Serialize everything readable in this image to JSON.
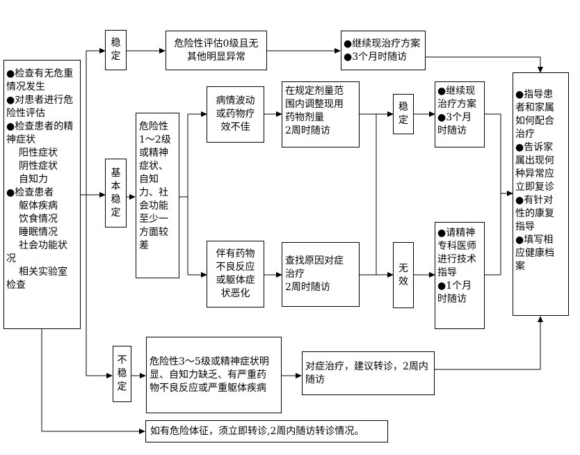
{
  "left_box": [
    "●检查有无危重",
    "情况发生",
    "●对患者进行危",
    "险性评估",
    "●检查患者的精",
    "神症状",
    "阳性症状",
    "阴性症状",
    "自知力",
    "●检查患者",
    "躯体疾病",
    "饮食情况",
    "睡眠情况",
    "社会功能状",
    "况",
    "相关实验室",
    "检查"
  ],
  "stable_label": [
    "稳",
    "定"
  ],
  "top_assessment": [
    "危险性评估0级且无",
    "其他明显异常"
  ],
  "top_followup": [
    "●继续现治疗方案",
    "●3个月时随访"
  ],
  "basic_stable_label": [
    "基",
    "本",
    "稳",
    "定"
  ],
  "mid_risk": [
    "危险性",
    "1～2级",
    "或精神",
    "症状、",
    "自知",
    "力、社",
    "会功能",
    "至少一",
    "方面较",
    "差"
  ],
  "mid_upper_cond": [
    "病情波动",
    "或药物疗",
    "效不佳"
  ],
  "mid_upper_action": [
    "在规定剂量范",
    "围内调整现用",
    "药物剂量",
    "2周时随访"
  ],
  "mid_stable_label": [
    "稳",
    "定"
  ],
  "mid_continue": [
    "●继续现",
    "治疗方案",
    "●3个月",
    "时随访"
  ],
  "mid_lower_cond": [
    "伴有药物",
    "不良反应",
    "或躯体症",
    "状恶化"
  ],
  "mid_lower_action": [
    "查找原因对症",
    "治疗",
    "2周时随访"
  ],
  "invalid_label": [
    "无",
    "效"
  ],
  "mid_refer": [
    "●请精神",
    "专科医师",
    "进行技术",
    "指导",
    "●1个月",
    "时随访"
  ],
  "right_box": [
    "●指导患",
    "者和家属",
    "如何配合",
    "治疗",
    "●告诉家",
    "属出现何",
    "种异常应",
    "立即复诊",
    "●有针对",
    "性的康复",
    "指导",
    "●填写相",
    "应健康档",
    "案"
  ],
  "unstable_label": [
    "不",
    "稳",
    "定"
  ],
  "bottom_risk": [
    "危险性3～5级或精神症状明",
    "显、自知力缺乏、有严重药",
    "物不良反应或严重躯体疾病"
  ],
  "bottom_treat": [
    "对症治疗，建议转诊，2周内",
    "随访"
  ],
  "danger_note": "如有危险体征，须立即转诊,2周内随访转诊情况。"
}
